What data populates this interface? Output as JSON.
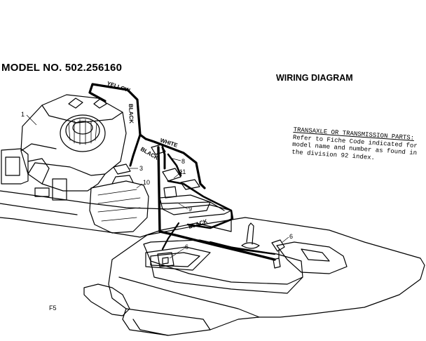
{
  "header": {
    "model_no": "MODEL NO. 502.256160",
    "title": "WIRING DIAGRAM"
  },
  "note": {
    "heading": "TRANSAXLE OR TRANSMISSION PARTS:",
    "line1": "Refer to Fiche Code indicated for",
    "line2": "model name and number as found in",
    "line3": "the division 92 index."
  },
  "wires": {
    "yellow": "YELLOW",
    "black_upper": "BLACK",
    "white": "WHITE",
    "black_middle": "BLACK",
    "black_lower": "BLACK"
  },
  "callouts": {
    "c1": "1",
    "c3": "3",
    "c10": "10",
    "c8": "8",
    "c11": "11",
    "c9": "9",
    "c6_right": "6",
    "c6_seat": "6"
  },
  "footer": {
    "fig_code": "F5"
  }
}
